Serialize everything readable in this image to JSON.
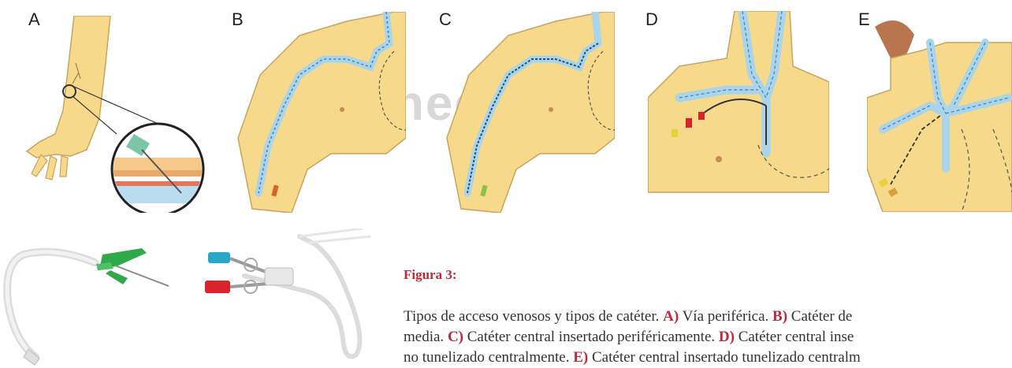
{
  "panels": {
    "a": "A",
    "b": "B",
    "c": "C",
    "d": "D",
    "e": "E"
  },
  "watermark": "nec            c.c",
  "figure": {
    "title": "Figura 3:",
    "caption_intro": "Tipos de acceso venosos y tipos de catéter. ",
    "caption_line2_start": "media. ",
    "caption_line3_start": "no tunelizado centralmente. ",
    "items": {
      "a_key": "A)",
      "a_text": " Vía periférica. ",
      "b_key": "B)",
      "b_text": " Catéter de",
      "c_key": "C)",
      "c_text": " Catéter central insertado periféricamente. ",
      "d_key": "D)",
      "d_text": " Catéter central inse",
      "e_key": "E)",
      "e_text": " Catéter central insertado tunelizado centralm"
    }
  },
  "colors": {
    "skin": "#f6d98a",
    "vein": "#a8d4ec",
    "accent": "#c0283a",
    "wing": "#2faa4a",
    "hub_red": "#d8232a",
    "hub_blue": "#2aa6c8"
  }
}
